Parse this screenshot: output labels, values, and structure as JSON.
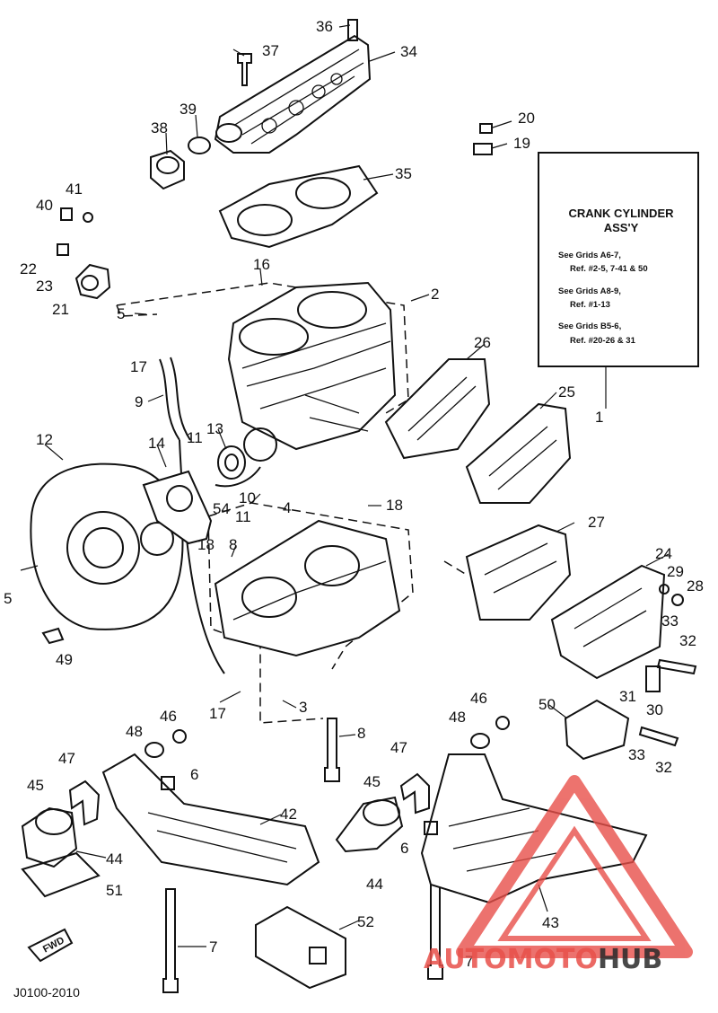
{
  "info_box": {
    "title_line1": "CRANK CYLINDER",
    "title_line2": "ASS'Y",
    "lines": [
      "See Grids A6-7,",
      "Ref. #2-5, 7-41 & 50",
      "See Grids A8-9,",
      "Ref. #1-13",
      "See Grids B5-6,",
      "Ref. #20-26 & 31"
    ]
  },
  "diagram_code": "J0100-2010",
  "fwd_label": "FWD",
  "watermark": {
    "part1": "AUTO",
    "part2": "MOTO",
    "part3": "HUB",
    "color_main": "#e8504a",
    "color_dark": "#2a2a2a"
  },
  "callouts": {
    "c36": "36",
    "c37": "37",
    "c34": "34",
    "c39": "39",
    "c38": "38",
    "c20": "20",
    "c19": "19",
    "c35": "35",
    "c41": "41",
    "c40": "40",
    "c22": "22",
    "c23": "23",
    "c21": "21",
    "c16": "16",
    "c2": "2",
    "c5a": "5",
    "c17a": "17",
    "c9": "9",
    "c26": "26",
    "c25": "25",
    "c1": "1",
    "c12": "12",
    "c14": "14",
    "c11a": "11",
    "c13": "13",
    "c10": "10",
    "c54": "54",
    "c11b": "11",
    "c4": "4",
    "c18a": "18",
    "c18b": "18",
    "c8a": "8",
    "c27": "27",
    "c24": "24",
    "c29": "29",
    "c28": "28",
    "c5b": "5",
    "c33a": "33",
    "c32a": "32",
    "c49": "49",
    "c31": "31",
    "c30": "30",
    "c17b": "17",
    "c3": "3",
    "c46a": "46",
    "c48a": "48",
    "c50": "50",
    "c8b": "8",
    "c48b": "48",
    "c46b": "46",
    "c33b": "33",
    "c32b": "32",
    "c47a": "47",
    "c6a": "6",
    "c47b": "47",
    "c45a": "45",
    "c45b": "45",
    "c42": "42",
    "c44a": "44",
    "c44b": "44",
    "c6b": "6",
    "c51": "51",
    "c52": "52",
    "c43": "43",
    "c7a": "7",
    "c7b": "7"
  }
}
